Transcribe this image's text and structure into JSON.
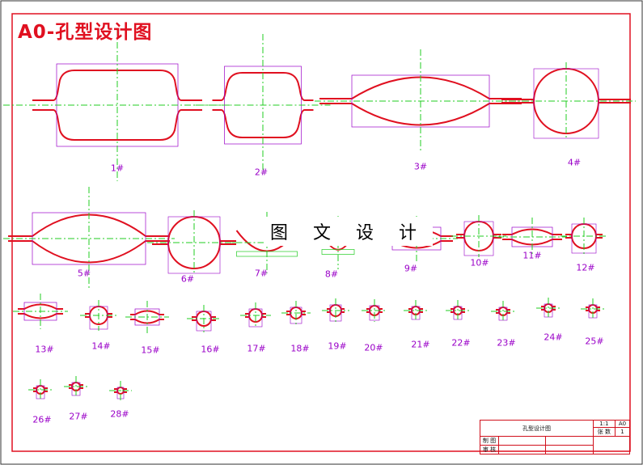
{
  "title": "A0-孔型设计图",
  "watermark": "图 文 设 计",
  "colors": {
    "border": "#e01020",
    "profile": "#e01020",
    "centerline": "#22cc22",
    "dimension": "#9a00c8"
  },
  "labels": [
    "1#",
    "2#",
    "3#",
    "4#",
    "5#",
    "6#",
    "7#",
    "8#",
    "9#",
    "10#",
    "11#",
    "12#",
    "13#",
    "14#",
    "15#",
    "16#",
    "17#",
    "18#",
    "19#",
    "20#",
    "21#",
    "22#",
    "23#",
    "24#",
    "25#",
    "26#",
    "27#",
    "28#"
  ],
  "title_block": {
    "drawing_name": "孔型设计图",
    "scale": "1:1",
    "size": "A0",
    "sheets_label": "张 数",
    "sheets": "1",
    "drawn_label": "制 图",
    "checked_label": "审 核"
  }
}
